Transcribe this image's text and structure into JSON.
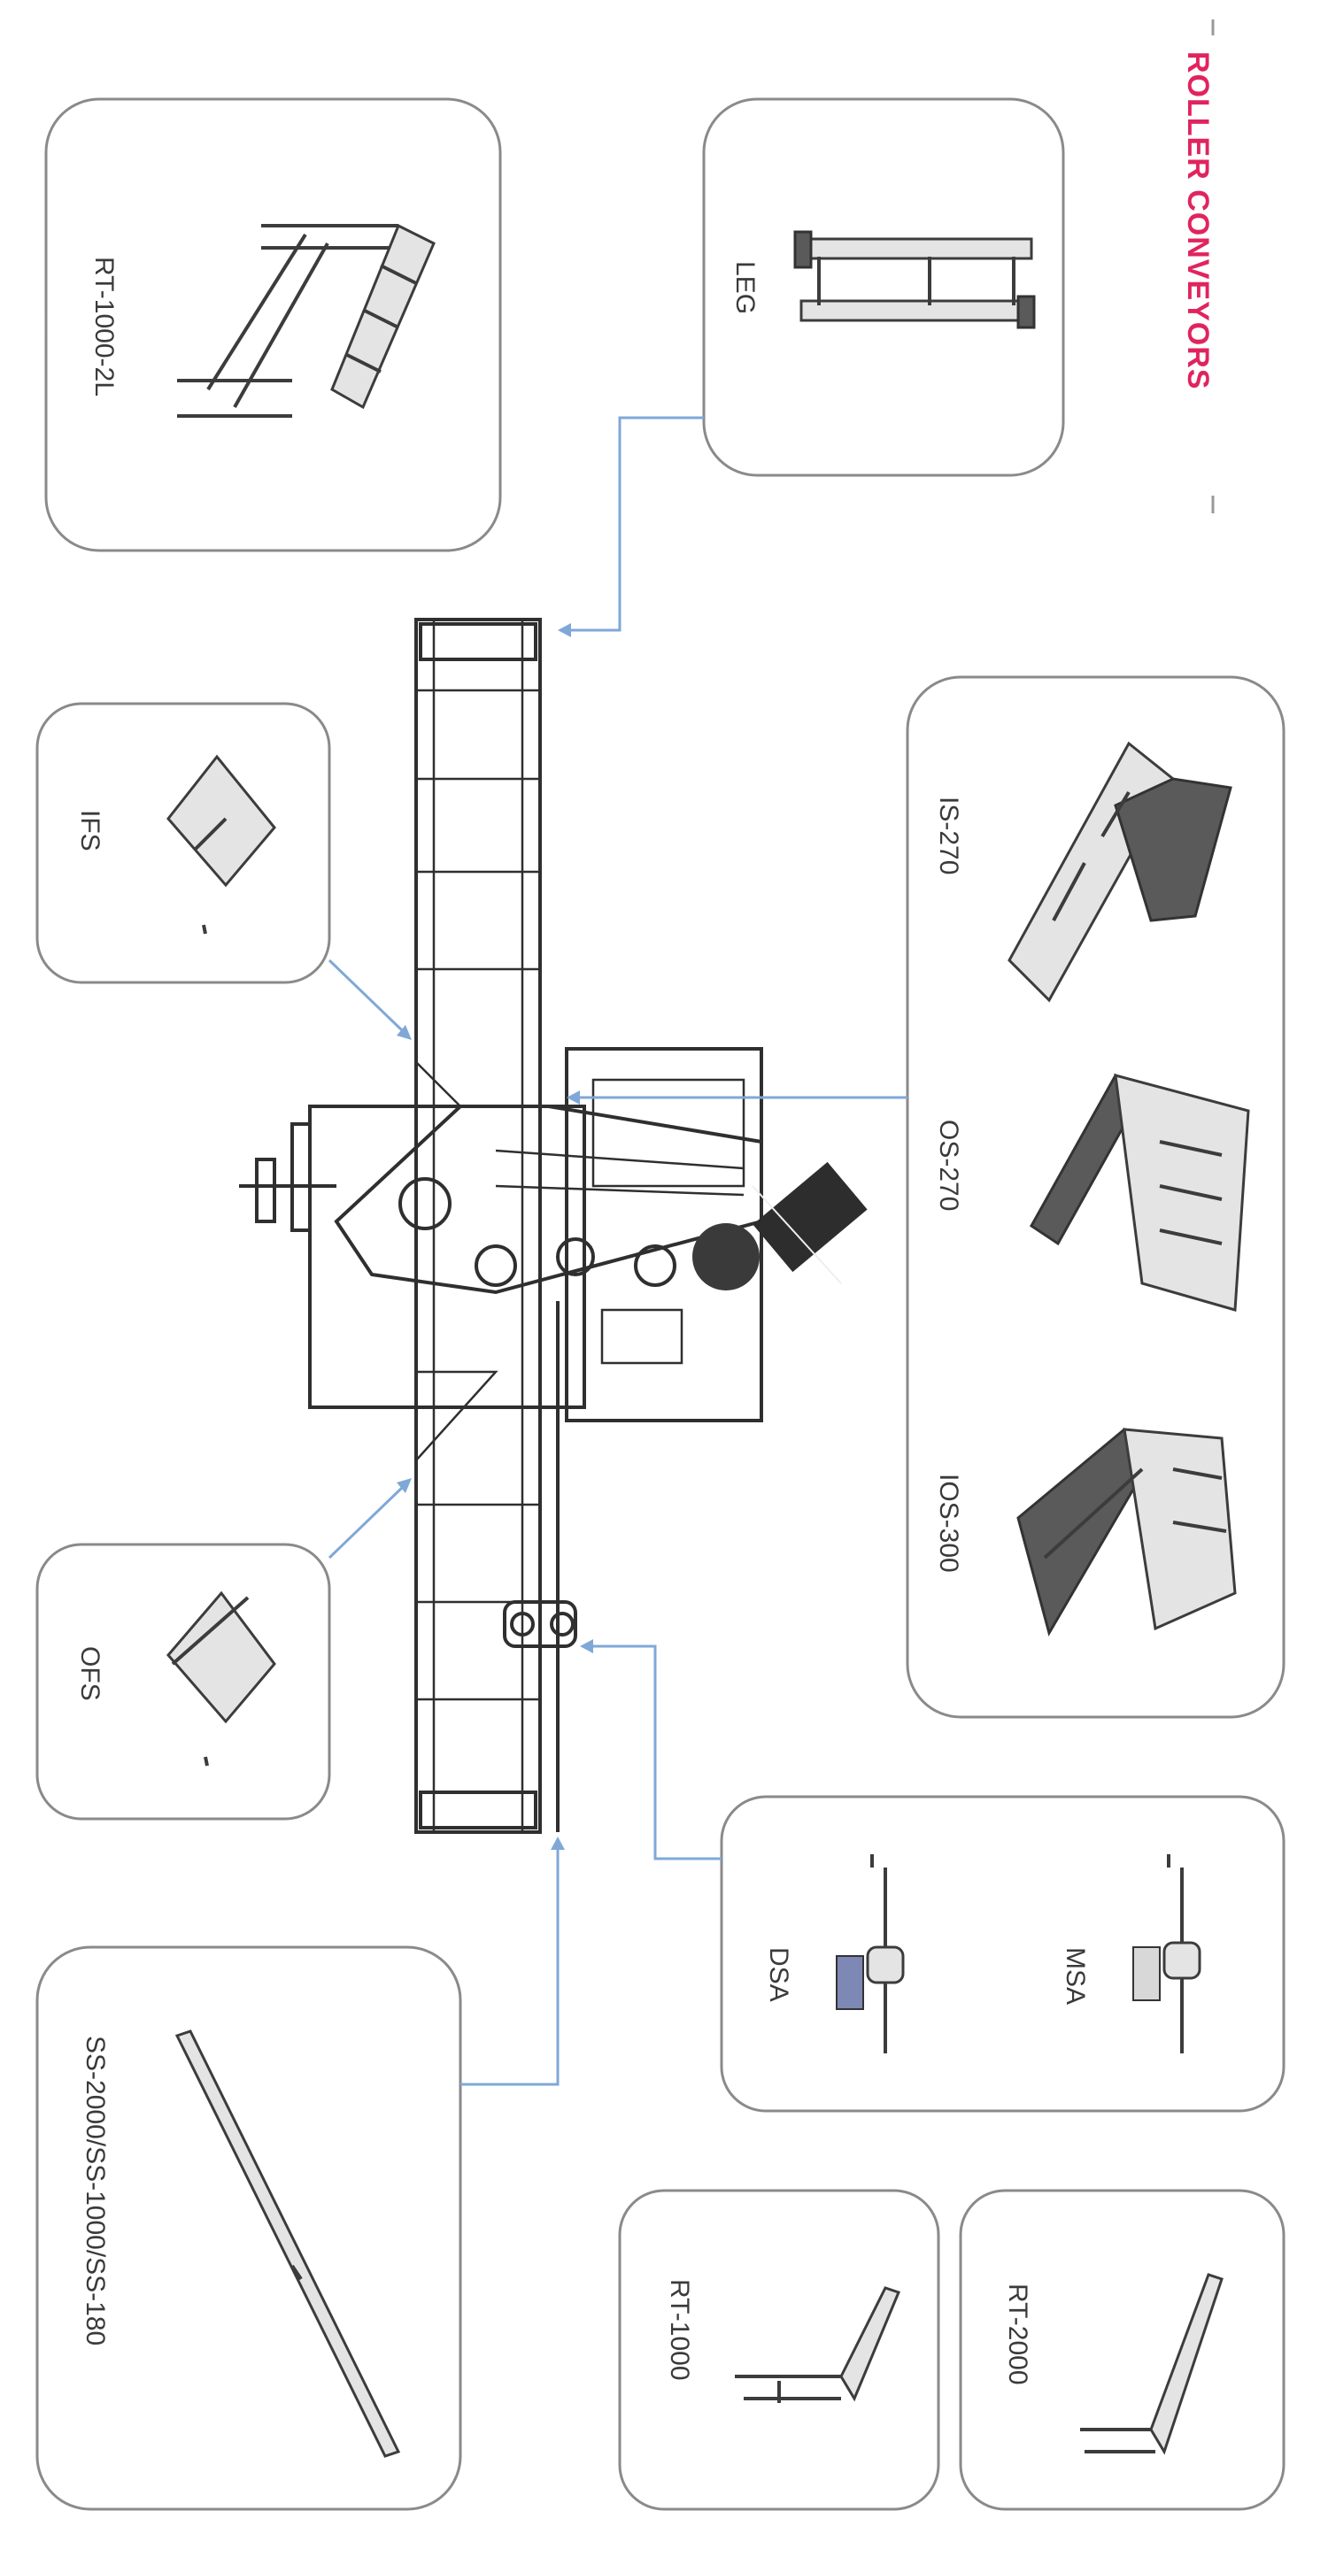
{
  "header": {
    "title": "ROLLER CONVEYORS",
    "title_color": "#e0245e"
  },
  "parts": {
    "rt_1000_2l": "RT-1000-2L",
    "leg": "LEG",
    "ifs": "IFS",
    "is_270": "IS-270",
    "os_270": "OS-270",
    "ios_300": "IOS-300",
    "ofs": "OFS",
    "msa": "MSA",
    "dsa": "DSA",
    "ss_rails": "SS-2000/SS-1000/SS-180",
    "rt_1000": "RT-1000",
    "rt_2000": "RT-2000"
  },
  "colors": {
    "connector": "#7fa8d8",
    "box_border": "#8a8a8a",
    "line_art": "#3c3c3c"
  }
}
